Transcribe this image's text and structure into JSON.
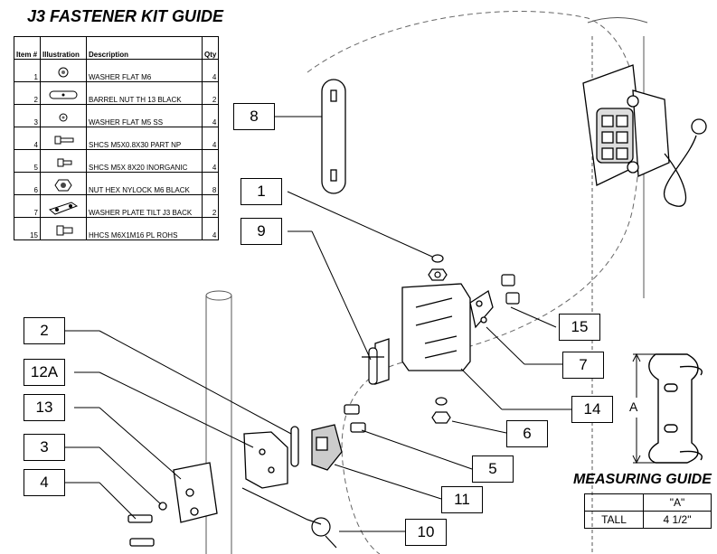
{
  "title": "J3 FASTENER KIT GUIDE",
  "kit_table": {
    "headers": [
      "Item #",
      "Illustration",
      "Description",
      "Qty"
    ],
    "rows": [
      {
        "item": "1",
        "icon": "flat-washer-icon",
        "description": "WASHER FLAT M6",
        "qty": "4"
      },
      {
        "item": "2",
        "icon": "barrel-nut-icon",
        "description": "BARREL NUT TH 13 BLACK",
        "qty": "2"
      },
      {
        "item": "3",
        "icon": "flat-washer-icon",
        "description": "WASHER FLAT M5 SS",
        "qty": "4"
      },
      {
        "item": "4",
        "icon": "socket-cap-screw-icon",
        "description": "SHCS M5X0.8X30 PART NP",
        "qty": "4"
      },
      {
        "item": "5",
        "icon": "socket-cap-screw-icon",
        "description": "SHCS M5X 8X20 INORGANIC",
        "qty": "4"
      },
      {
        "item": "6",
        "icon": "hex-nut-icon",
        "description": "NUT HEX NYLOCK M6 BLACK",
        "qty": "8"
      },
      {
        "item": "7",
        "icon": "washer-plate-icon",
        "description": "WASHER PLATE TILT J3 BACK",
        "qty": "2"
      },
      {
        "item": "15",
        "icon": "hex-cap-screw-icon",
        "description": "HHCS M6X1M16 PL ROHS",
        "qty": "4"
      }
    ]
  },
  "callouts": [
    "8",
    "1",
    "9",
    "15",
    "7",
    "14",
    "6",
    "2",
    "12A",
    "13",
    "3",
    "4",
    "5",
    "11",
    "10"
  ],
  "measuring_guide": {
    "title": "MEASURING GUIDE",
    "dimension_label": "A",
    "header_blank": "",
    "header_a": "\"A\"",
    "row_label": "TALL",
    "row_value": "4 1/2\""
  }
}
